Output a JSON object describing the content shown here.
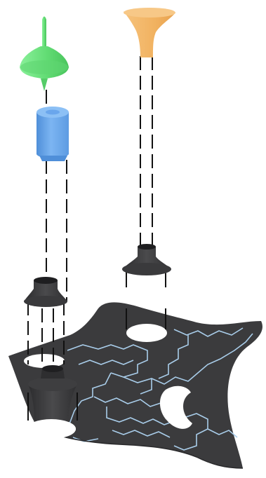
{
  "figure": {
    "description_free": true,
    "colors": {
      "background": "#ffffff",
      "sheet": "#3b3b3d",
      "trace": "#a9cdea",
      "hole": "#ffffff",
      "adapter": "#3a3a3a",
      "green_part": "#6fe07f",
      "blue_part": "#6aa6ec",
      "orange_part": "#f3b86a",
      "dash": "#111111"
    },
    "parts": [
      {
        "id": "green-spindle",
        "color_key": "green_part"
      },
      {
        "id": "blue-cylinder",
        "color_key": "blue_part"
      },
      {
        "id": "orange-trumpet",
        "color_key": "orange_part"
      }
    ]
  }
}
